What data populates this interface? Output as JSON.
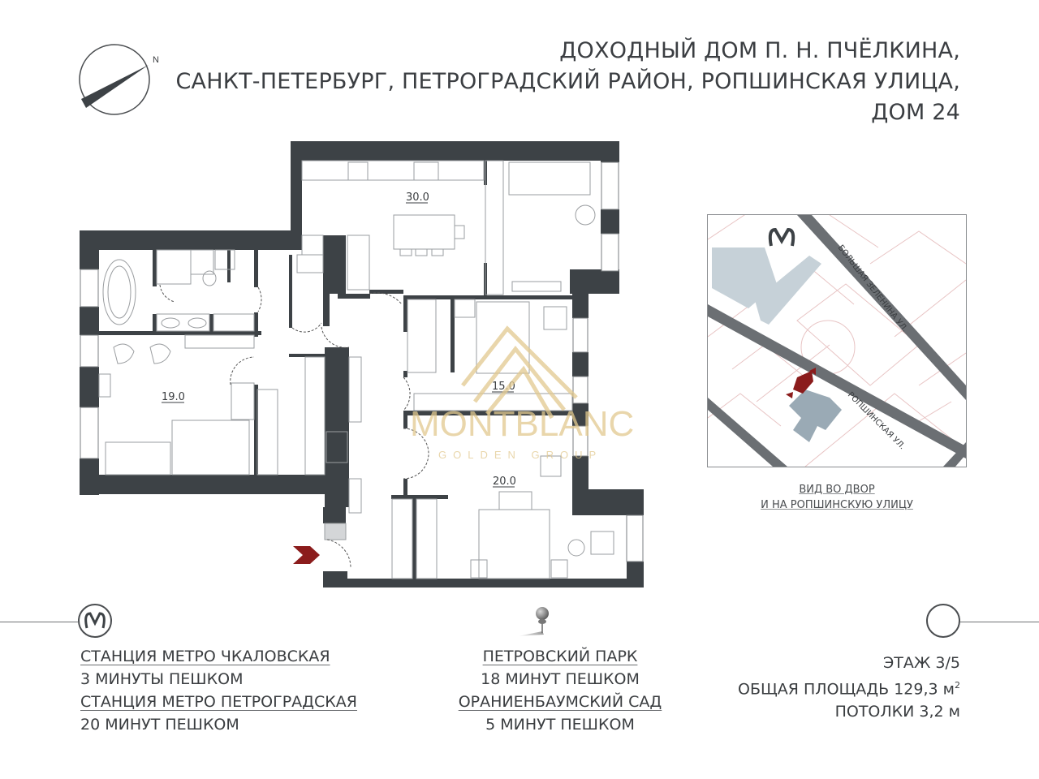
{
  "header": {
    "title_lines": [
      "ДОХОДНЫЙ ДОМ П. Н. ПЧЁЛКИНА,",
      "САНКТ-ПЕТЕРБУРГ, ПЕТРОГРАДСКИЙ РАЙОН, РОПШИНСКАЯ УЛИЦА,",
      "ДОМ 24"
    ]
  },
  "compass": {
    "label": "N",
    "icon": "compass-icon"
  },
  "floor_plan": {
    "rooms": [
      {
        "id": "kitchen-living",
        "area": "30.0"
      },
      {
        "id": "bedroom-left",
        "area": "19.0"
      },
      {
        "id": "bedroom-middle",
        "area": "15.0"
      },
      {
        "id": "bedroom-bottom",
        "area": "20.0"
      }
    ],
    "entrance_marker": "entrance-arrow-icon",
    "wall_color": "#3d4246",
    "entrance_color": "#8b1c1c"
  },
  "watermark": {
    "brand": "MONTBLANC",
    "sub": "GOLDEN GROUP",
    "color": "#e2c98f"
  },
  "location_map": {
    "streets": [
      "БОЛЬШАЯ ЗЕЛЕНИНА УЛ.",
      "РОПШИНСКАЯ УЛ."
    ],
    "metro_icon": "metro-icon",
    "caption_lines": [
      "ВИД ВО ДВОР",
      "И НА РОПШИНСКУЮ УЛИЦУ"
    ],
    "building_color": "#8b1c1c",
    "street_color": "#6b6f73"
  },
  "transport": {
    "icon": "metro-icon",
    "items": [
      {
        "name": "СТАНЦИЯ МЕТРО ЧКАЛОВСКАЯ",
        "time": "3 МИНУТЫ ПЕШКОМ"
      },
      {
        "name": "СТАНЦИЯ МЕТРО ПЕТРОГРАДСКАЯ",
        "time": "20 МИНУТ ПЕШКОМ"
      }
    ]
  },
  "parks": {
    "icon": "map-pin-icon",
    "items": [
      {
        "name": "ПЕТРОВСКИЙ ПАРК",
        "time": "18 МИНУТ ПЕШКОМ"
      },
      {
        "name": "ОРАНИЕНБАУМСКИЙ САД",
        "time": "5 МИНУТ ПЕШКОМ"
      }
    ]
  },
  "specs": {
    "floor": "ЭТАЖ 3/5",
    "area_label": "ОБЩАЯ ПЛОЩАДЬ 129,3 м",
    "area_sup": "2",
    "ceilings": "ПОТОЛКИ 3,2 м"
  }
}
